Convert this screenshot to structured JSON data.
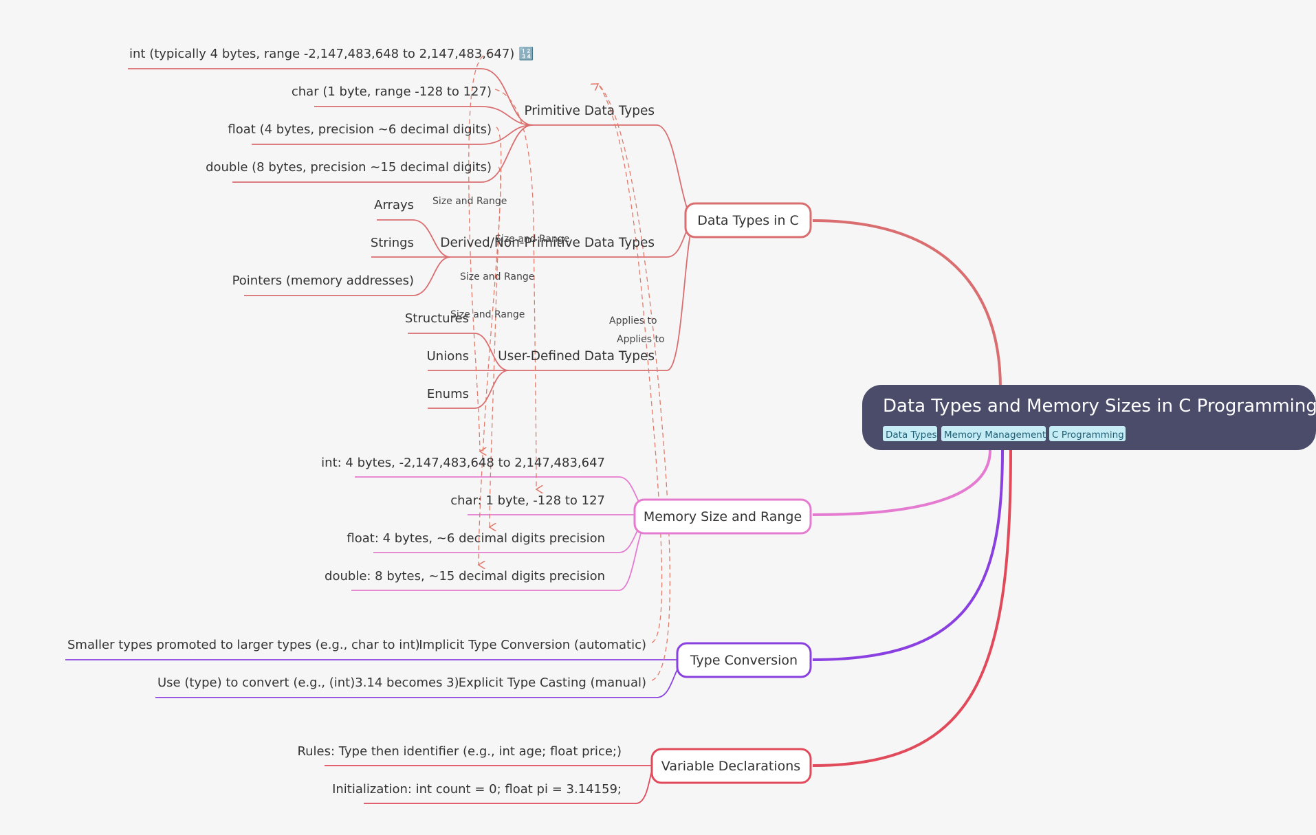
{
  "root": {
    "title": "Data Types and Memory Sizes in C Programming 💾",
    "tags": [
      "Data Types",
      "Memory Management",
      "C Programming"
    ]
  },
  "colors": {
    "background": "#f6f6f6",
    "root_fill": "#4b4b6a",
    "tag_fill": "#c6ecf6",
    "data_types": "#d96d6f",
    "memory": "#e57bd0",
    "conversion": "#8a3fe0",
    "declarations": "#e04a5a"
  },
  "branches": {
    "data_types": {
      "label": "Data Types in C",
      "primitive": {
        "label": "Primitive Data Types",
        "items": [
          "int (typically 4 bytes, range -2,147,483,648 to 2,147,483,647) 🔢",
          "char (1 byte, range -128 to 127)",
          "float (4 bytes, precision ~6 decimal digits)",
          "double (8 bytes, precision ~15 decimal digits)"
        ]
      },
      "derived": {
        "label": "Derived/Non-Primitive Data Types",
        "items": [
          "Arrays",
          "Strings",
          "Pointers (memory addresses)"
        ]
      },
      "user_defined": {
        "label": "User-Defined Data Types",
        "items": [
          "Structures",
          "Unions",
          "Enums"
        ]
      }
    },
    "memory": {
      "label": "Memory Size and Range",
      "items": [
        "int: 4 bytes, -2,147,483,648 to 2,147,483,647",
        "char: 1 byte, -128 to 127",
        "float: 4 bytes, ~6 decimal digits precision",
        "double: 8 bytes, ~15 decimal digits precision"
      ]
    },
    "conversion": {
      "label": "Type Conversion",
      "implicit": {
        "label": "Implicit Type Conversion (automatic)",
        "detail": "Smaller types promoted to larger types (e.g., char to int)"
      },
      "explicit": {
        "label": "Explicit Type Casting (manual)",
        "detail": "Use (type) to convert (e.g., (int)3.14 becomes 3)"
      }
    },
    "declarations": {
      "label": "Variable Declarations",
      "items": [
        "Rules: Type then identifier (e.g., int age; float price;)",
        "Initialization: int count = 0; float pi = 3.14159;"
      ]
    }
  },
  "relations": {
    "size_and_range": [
      "Size and Range",
      "Size and Range",
      "Size and Range",
      "Size and Range"
    ],
    "applies_to": [
      "Applies to",
      "Applies to"
    ]
  }
}
